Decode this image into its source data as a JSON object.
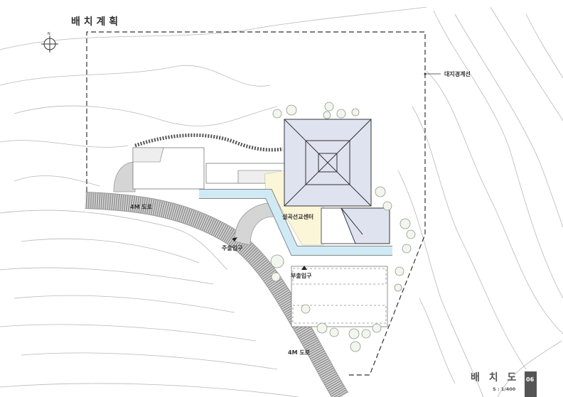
{
  "header": {
    "title": "배 치 계 획"
  },
  "labels": {
    "site_boundary": "대지경계선",
    "road_upper": "4M 도로",
    "road_lower": "4M 도로",
    "main_entrance": "주출입구",
    "sub_entrance": "부출입구",
    "building_name": "설곡선교센터"
  },
  "title_block": {
    "drawing_title": "배 치 도",
    "scale": "S : 1/400",
    "sheet_number": "06"
  },
  "colors": {
    "corridor": "#cfeaf5",
    "plaza": "#fbf6d8",
    "sheet_tab": "#555555"
  }
}
